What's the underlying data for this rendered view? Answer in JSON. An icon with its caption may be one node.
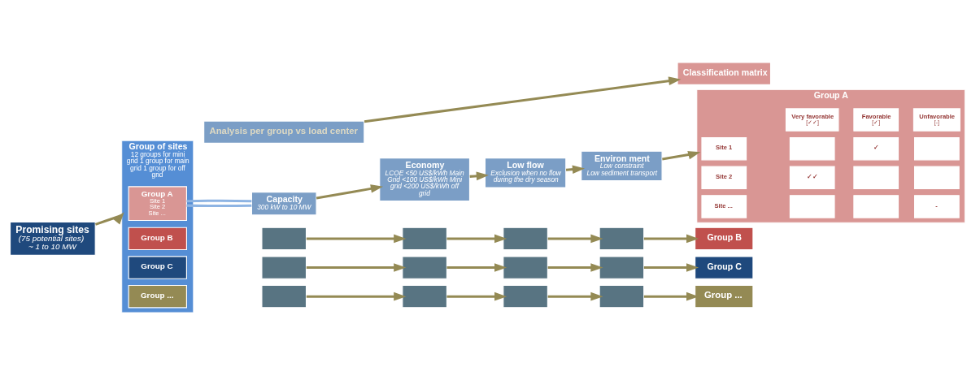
{
  "diagram": {
    "nodes": [
      {
        "text": [
          "Promising sites",
          "(75 potential sites)",
          "~ 1 to 10 MW"
        ]
      },
      {
        "text": [
          "Group of sites",
          "12 groups for mini grid 1 group for main grid 1 group for off grid"
        ]
      },
      {
        "text": [
          "Group A",
          "Site 1",
          "Site 2",
          "Site ..."
        ],
        "in": 1
      },
      {
        "text": [
          "Group B"
        ],
        "in": 1
      },
      {
        "text": [
          "Group C"
        ],
        "in": 1
      },
      {
        "text": [
          "Group ..."
        ],
        "in": 1
      },
      {
        "text": [
          "Analysis per group vs load center"
        ]
      },
      {
        "text": [
          "Capacity",
          "300 kW to 10 MW"
        ]
      },
      {
        "text": [
          "Economy",
          "LCOE <50 US$/kWh Main Grid <100 US$/kWh Mini grid <200 US$/kWh off grid"
        ]
      },
      {
        "text": [
          "Low flow",
          "Exclusion when no flow during the dry season"
        ]
      },
      {
        "text": [
          "Environ ment",
          "Low constraint",
          "Low sediment transport"
        ]
      },
      {
        "text": [
          "Classification matrix"
        ]
      },
      {
        "text": [
          "Group A"
        ]
      },
      {
        "text": [
          "Very favorable",
          "[✓✓]"
        ],
        "in": 12
      },
      {
        "text": [
          "Favorable",
          "[✓]"
        ],
        "in": 12
      },
      {
        "text": [
          "Unfavorable",
          "[-]"
        ],
        "in": 12
      },
      {
        "text": [
          "Site 1"
        ],
        "in": 12
      },
      {
        "text": [],
        "shape": "box",
        "in": 12
      },
      {
        "text": [
          "✓"
        ],
        "in": 12
      },
      {
        "text": [],
        "shape": "box",
        "in": 12
      },
      {
        "text": [
          "Site 2"
        ],
        "in": 12
      },
      {
        "text": [
          "✓✓"
        ],
        "in": 12
      },
      {
        "text": [],
        "shape": "box",
        "in": 12
      },
      {
        "text": [],
        "shape": "box",
        "in": 12
      },
      {
        "text": [
          "Site ..."
        ],
        "in": 12
      },
      {
        "text": [],
        "shape": "box",
        "in": 12
      },
      {
        "text": [],
        "shape": "box",
        "in": 12
      },
      {
        "text": [
          "-"
        ],
        "in": 12
      },
      {
        "text": [],
        "shape": "box"
      },
      {
        "text": [],
        "shape": "box"
      },
      {
        "text": [],
        "shape": "box"
      },
      {
        "text": [],
        "shape": "box"
      },
      {
        "text": [
          "Group B"
        ]
      },
      {
        "text": [],
        "shape": "box"
      },
      {
        "text": [],
        "shape": "box"
      },
      {
        "text": [],
        "shape": "box"
      },
      {
        "text": [],
        "shape": "box"
      },
      {
        "text": [
          "Group C"
        ]
      },
      {
        "text": [],
        "shape": "box"
      },
      {
        "text": [],
        "shape": "box"
      },
      {
        "text": [],
        "shape": "box"
      },
      {
        "text": [],
        "shape": "box"
      },
      {
        "text": [
          "Group ..."
        ]
      }
    ],
    "edges": [
      {
        "from": 0,
        "to": 1,
        "arrow": "to"
      },
      {
        "from": 2,
        "to": 7,
        "arrow": "none",
        "color": "#8eb4e3"
      },
      {
        "from": 2,
        "to": 7,
        "arrow": "none",
        "color": "#8eb4e3"
      },
      {
        "from": 6,
        "to": 11,
        "arrow": "to"
      },
      {
        "from": 7,
        "to": 8,
        "arrow": "to"
      },
      {
        "from": 8,
        "to": 9,
        "arrow": "to"
      },
      {
        "from": 9,
        "to": 10,
        "arrow": "to"
      },
      {
        "from": 10,
        "to": 12,
        "arrow": "to"
      },
      {
        "from": 28,
        "to": 29,
        "arrow": "to"
      },
      {
        "from": 29,
        "to": 30,
        "arrow": "to"
      },
      {
        "from": 30,
        "to": 31,
        "arrow": "to"
      },
      {
        "from": 31,
        "to": 32,
        "arrow": "to"
      },
      {
        "from": 33,
        "to": 34,
        "arrow": "to"
      },
      {
        "from": 34,
        "to": 35,
        "arrow": "to"
      },
      {
        "from": 35,
        "to": 36,
        "arrow": "to"
      },
      {
        "from": 36,
        "to": 37,
        "arrow": "to"
      },
      {
        "from": 38,
        "to": 39,
        "arrow": "to"
      },
      {
        "from": 39,
        "to": 40,
        "arrow": "to"
      },
      {
        "from": 40,
        "to": 41,
        "arrow": "to"
      },
      {
        "from": 41,
        "to": 42,
        "arrow": "to"
      }
    ]
  }
}
